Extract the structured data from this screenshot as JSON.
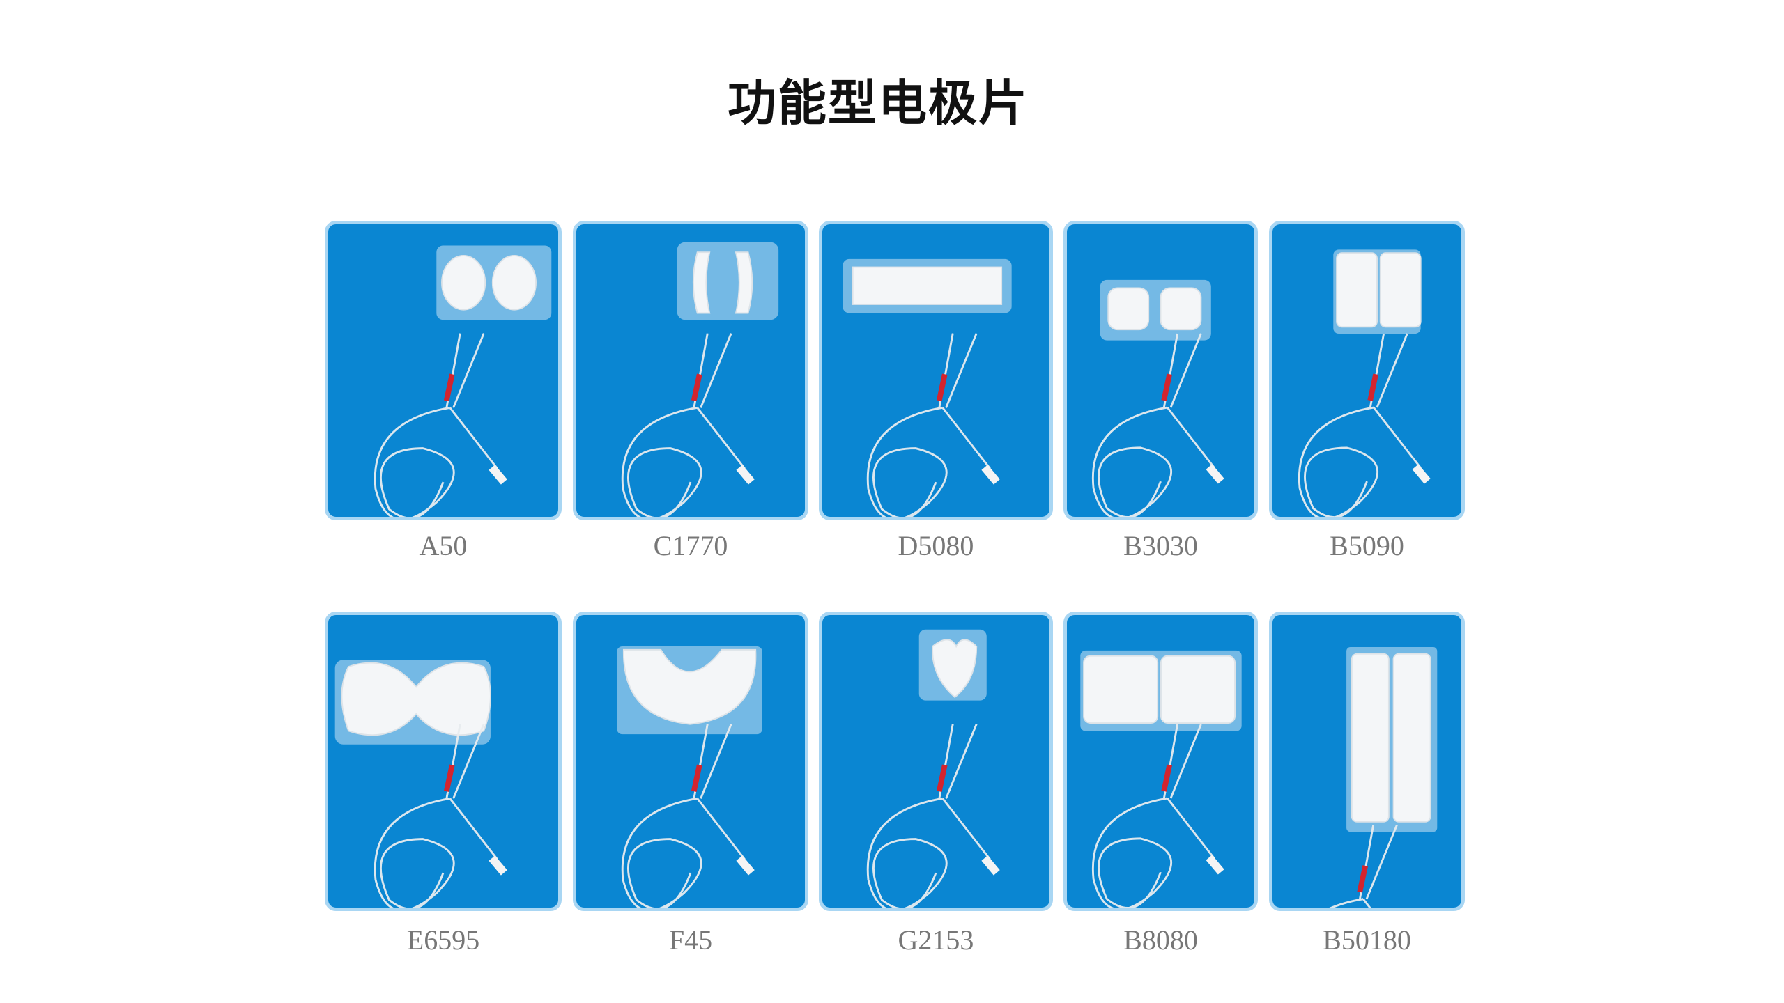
{
  "title": "功能型电极片",
  "colors": {
    "card": "#0a86d2",
    "card_border": "#a9d6f3",
    "label": "#777777"
  },
  "products": [
    {
      "model": "A50",
      "shape": "two-round"
    },
    {
      "model": "C1770",
      "shape": "two-curved-strips"
    },
    {
      "model": "D5080",
      "shape": "single-long-rect"
    },
    {
      "model": "B3030",
      "shape": "two-small-square"
    },
    {
      "model": "B5090",
      "shape": "two-tall-rect"
    },
    {
      "model": "E6595",
      "shape": "butterfly"
    },
    {
      "model": "F45",
      "shape": "u-shape"
    },
    {
      "model": "G2153",
      "shape": "small-heart"
    },
    {
      "model": "B8080",
      "shape": "two-large-square"
    },
    {
      "model": "B50180",
      "shape": "two-long-strips"
    }
  ]
}
